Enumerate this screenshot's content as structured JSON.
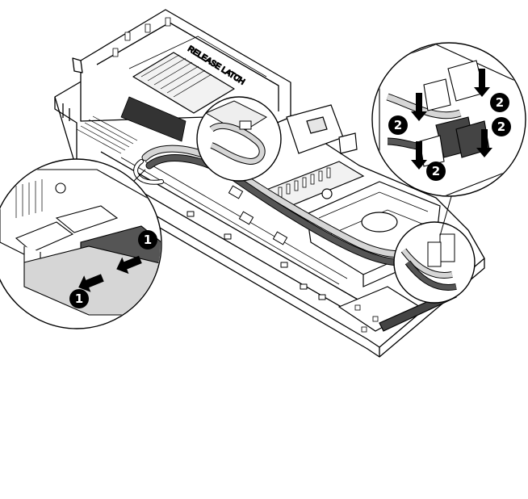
{
  "figure": {
    "latch_label": "RELEASE LATCH",
    "step_1": "1",
    "step_2": "2",
    "colors": {
      "line": "#000000",
      "fill": "#ffffff",
      "cable_light": "#d6d6d6",
      "cable_dark": "#555555",
      "callout_badge": "#000000",
      "arrow": "#000000"
    },
    "icons": [
      "arrow-icon",
      "callout-badge-icon",
      "magnifier-circle-icon"
    ]
  }
}
